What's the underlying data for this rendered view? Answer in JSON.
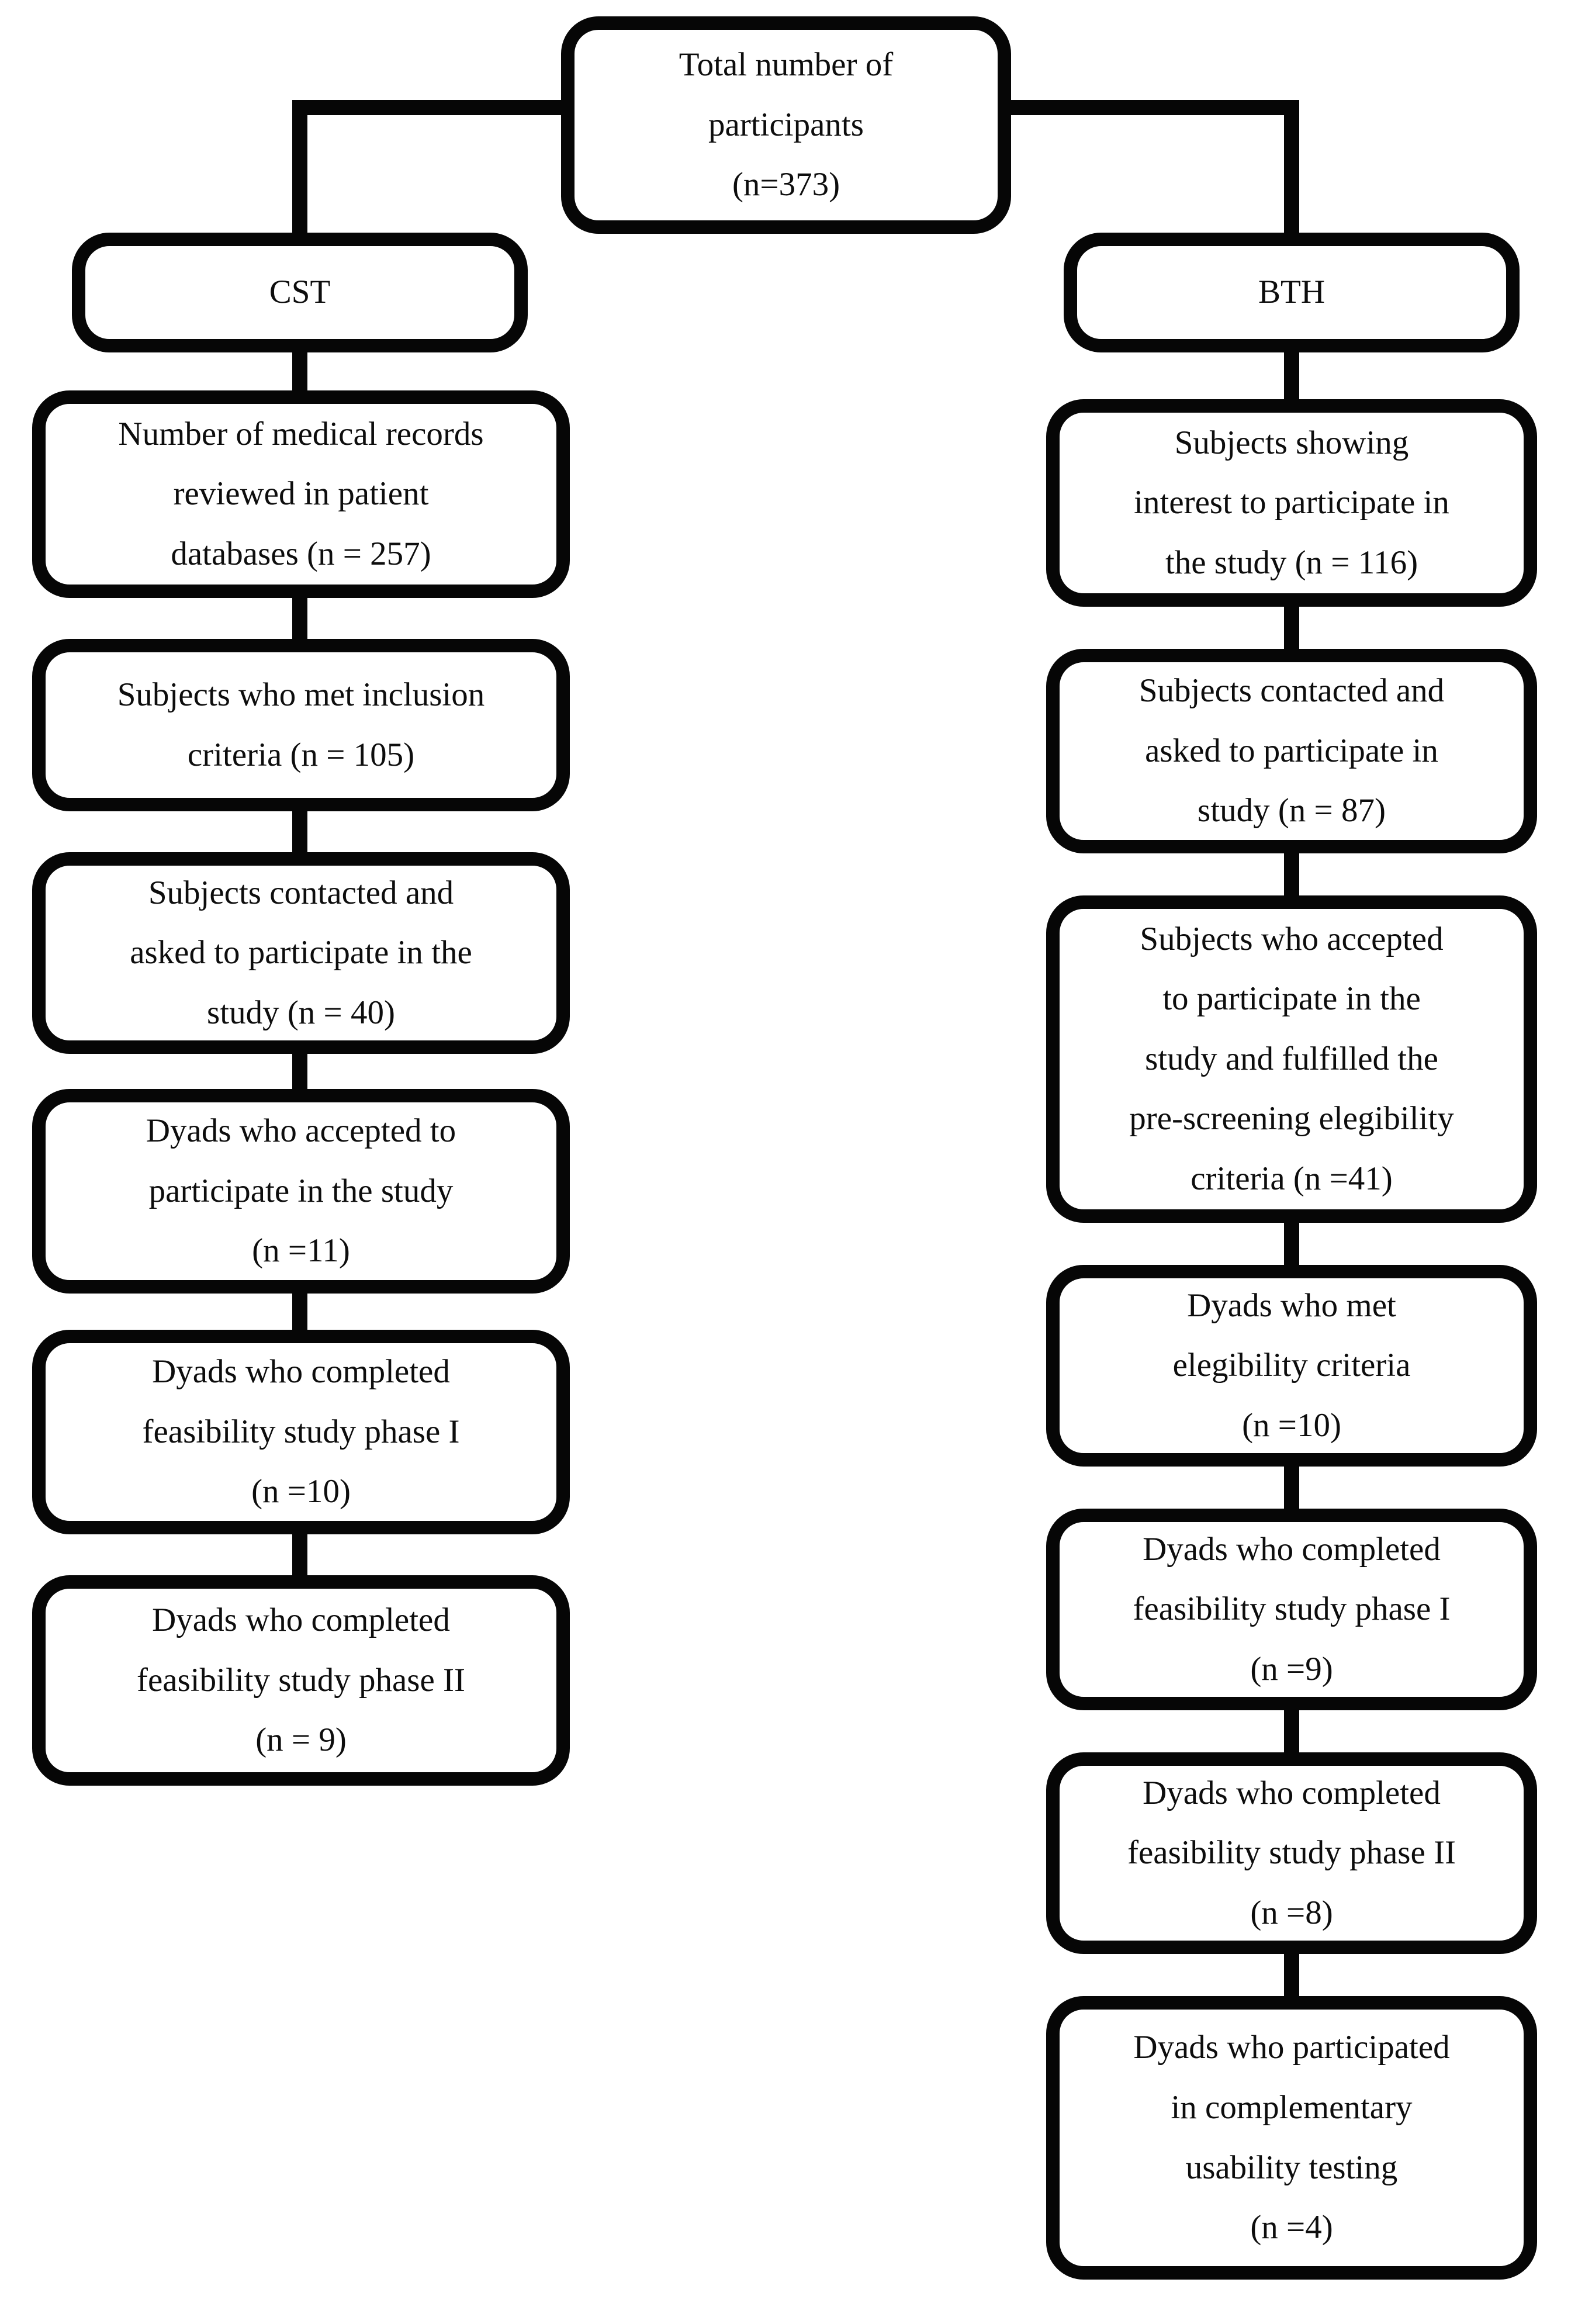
{
  "diagram": {
    "type": "flowchart",
    "root_label": "Total number of\nparticipants\n(n=373)",
    "branches": [
      {
        "header": "CST",
        "boxes": [
          "Number of medical records\nreviewed in patient\ndatabases (n = 257)",
          "Subjects who met inclusion\ncriteria (n = 105)",
          "Subjects contacted and\nasked to participate in the\nstudy (n = 40)",
          "Dyads who accepted to\nparticipate in the study\n(n =11)",
          "Dyads who completed\nfeasibility study phase I\n(n =10)",
          "Dyads who completed\nfeasibility study phase II\n(n = 9)"
        ]
      },
      {
        "header": "BTH",
        "boxes": [
          "Subjects showing\ninterest to participate in\nthe study (n = 116)",
          "Subjects contacted and\nasked to participate in\nstudy (n = 87)",
          "Subjects who accepted\nto participate in the\nstudy and fulfilled the\npre-screening elegibility\ncriteria (n =41)",
          "Dyads who met\nelegibility criteria\n(n =10)",
          "Dyads who completed\nfeasibility study phase I\n(n =9)",
          "Dyads who completed\nfeasibility study phase II\n(n =8)",
          "Dyads who participated\nin complementary\nusability testing\n(n =4)"
        ]
      }
    ],
    "colors": {
      "line": "#060606",
      "box_fill": "#ffffff",
      "text": "#0d0d0d"
    }
  }
}
